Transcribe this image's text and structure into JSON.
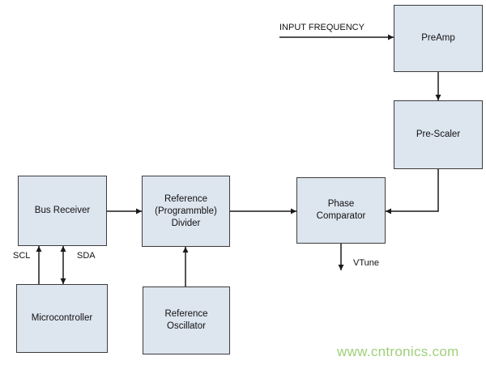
{
  "blocks": {
    "preamp": {
      "label": "PreAmp"
    },
    "prescaler": {
      "label": "Pre-Scaler"
    },
    "bus_receiver": {
      "label": "Bus Receiver"
    },
    "reference_divider": {
      "label": "Reference\n(Programmble)\nDivider"
    },
    "phase_comparator": {
      "label": "Phase\nComparator"
    },
    "microcontroller": {
      "label": "Microcontroller"
    },
    "reference_oscillator": {
      "label": "Reference\nOscillator"
    }
  },
  "signals": {
    "input_frequency": "INPUT FREQUENCY",
    "scl": "SCL",
    "sda": "SDA",
    "vtune": "VTune"
  },
  "watermark": "www.cntronics.com",
  "colors": {
    "block_fill": "#dde5ef",
    "block_border": "#3c3c3c",
    "line": "#1a1a1a",
    "watermark": "#9fcf7a"
  }
}
